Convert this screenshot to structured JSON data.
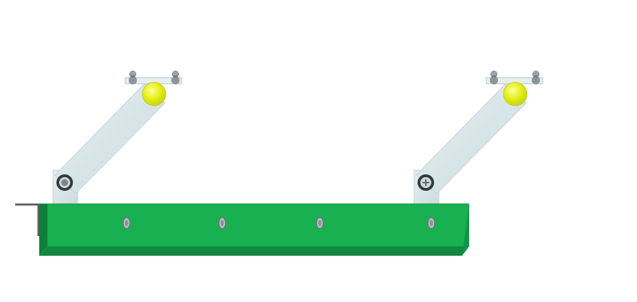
{
  "scene": {
    "background": "#ffffff",
    "colors": {
      "bar_top": "#18b050",
      "bar_front": "#149a45",
      "bar_bottom": "#0d7a35",
      "bar_edge": "#0a5a28",
      "arm": "#d7e5e8",
      "arm_shadow": "#b9cbd0",
      "bolt_head": "#ffffff",
      "bolt_dark": "#2f3a3f",
      "hole": "#9aa5aa",
      "ball": "#e6ef1a",
      "ball_highlight": "#f7fb7a",
      "bracket": "#5a5f62"
    },
    "components": {
      "bar": "green-rail",
      "arms": [
        "left-swing-arm",
        "right-swing-arm"
      ],
      "rollers": [
        "left-yellow-roller",
        "right-yellow-roller"
      ],
      "bar_holes": 4,
      "corner_bracket": "left-angle-bracket"
    }
  }
}
